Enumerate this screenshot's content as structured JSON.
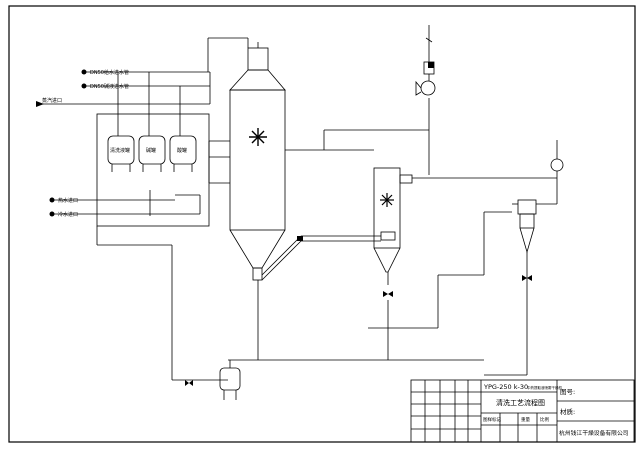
{
  "drawing": {
    "labels": {
      "inlet_top": "DN50给水进水管",
      "inlet_second": "DN50碱液进水管",
      "inlet_steam": "蒸汽进口",
      "inlet_hot_water": "热水进口",
      "inlet_cold_water": "冷水进口",
      "tank_1": "清洗液罐",
      "tank_2": "碱罐",
      "tank_3": "酸罐"
    },
    "title_block": {
      "model": "YPG-250 k-30",
      "model_note": "中药提取液喷雾干燥机",
      "drawing_title": "清洗工艺流程图",
      "label_drawing_no": "图号:",
      "label_material": "材质:",
      "company": "杭州钱江干燥设备有限公司",
      "col_headers": [
        "图样标记",
        "重量",
        "比例"
      ]
    }
  }
}
